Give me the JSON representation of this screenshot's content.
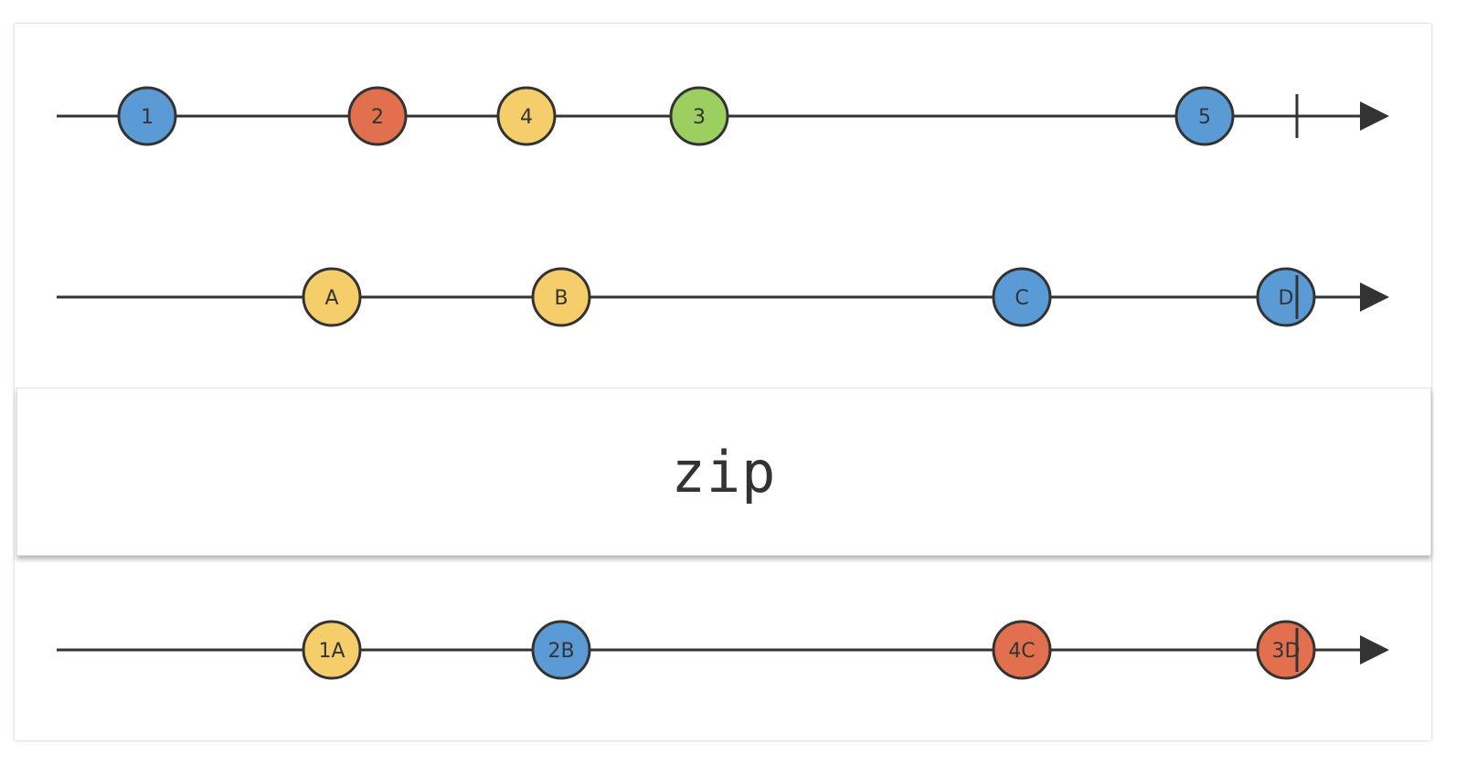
{
  "diagram": {
    "operator": "zip",
    "streams": [
      {
        "id": "input-1",
        "marbles": [
          {
            "label": "1",
            "color": "#5b9bd5"
          },
          {
            "label": "2",
            "color": "#e2704f"
          },
          {
            "label": "4",
            "color": "#f5cd6b"
          },
          {
            "label": "3",
            "color": "#9ccf5f"
          },
          {
            "label": "5",
            "color": "#5b9bd5"
          }
        ]
      },
      {
        "id": "input-2",
        "marbles": [
          {
            "label": "A",
            "color": "#f5cd6b"
          },
          {
            "label": "B",
            "color": "#f5cd6b"
          },
          {
            "label": "C",
            "color": "#5b9bd5"
          },
          {
            "label": "D",
            "color": "#5b9bd5"
          }
        ]
      },
      {
        "id": "output",
        "marbles": [
          {
            "label": "1A",
            "color": "#f5cd6b"
          },
          {
            "label": "2B",
            "color": "#5b9bd5"
          },
          {
            "label": "4C",
            "color": "#e2704f"
          },
          {
            "label": "3D",
            "color": "#e2704f"
          }
        ]
      }
    ]
  }
}
